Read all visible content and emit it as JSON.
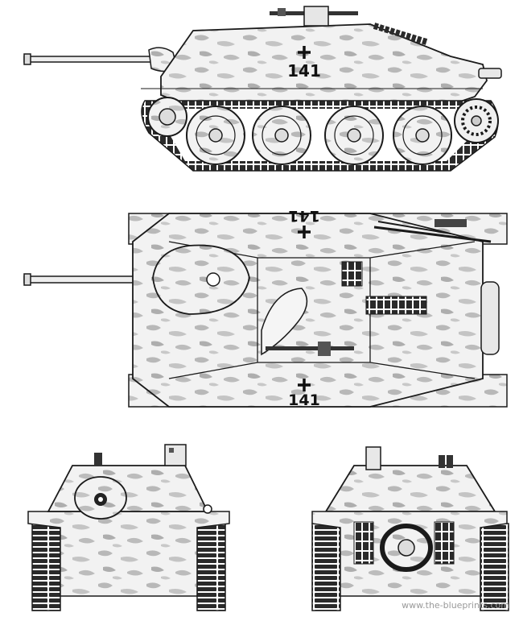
{
  "markings": {
    "side_number": "141",
    "top_number_rear": "141",
    "top_number_front": "141"
  },
  "watermark": "www.the-blueprints.com",
  "colors": {
    "line": "#1a1a1a",
    "camo_base": "#f4f4f4",
    "camo_patch": "#bdbdbd",
    "track": "#2a2a2a"
  }
}
